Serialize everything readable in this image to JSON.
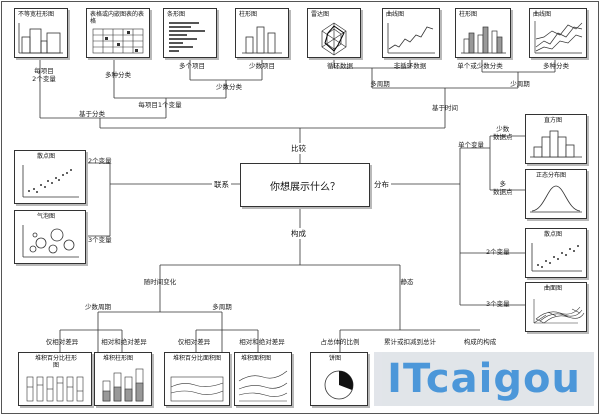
{
  "center": {
    "question": "你想展示什么？"
  },
  "branches": {
    "compare": "比较",
    "relation": "联系",
    "distribution": "分布",
    "composition": "构成"
  },
  "top": {
    "chart_titles": {
      "unequal_bar": "不等宽柱形图",
      "table_in_table": "表格或内嵌图表的表格",
      "bar": "条形图",
      "column": "柱形图",
      "radar": "雷达图",
      "line": "曲线图",
      "column2": "柱形图",
      "line2": "曲线图"
    },
    "labels": {
      "each_item_2vars": "每项目\n2个变量",
      "multi_category": "多种分类",
      "multi_items": "多个项目",
      "few_items": "少数项目",
      "each_item_1var": "每项目1个变量",
      "few_category": "少数分类",
      "cyclic": "循环数据",
      "non_cyclic": "非循环数据",
      "single_or_few": "单个或少数分类",
      "multi_category2": "多种分类",
      "many_periods": "多周期",
      "few_periods": "少周期",
      "by_category": "基于分类",
      "by_time": "基于时间"
    }
  },
  "left": {
    "scatter_title": "散点图",
    "bubble_title": "气泡图",
    "two_vars": "2个变量",
    "three_vars": "3个变量"
  },
  "right": {
    "single_var": "单个变量",
    "few_points": "少数\n数据点",
    "many_points": "多\n数据点",
    "histogram": "直方图",
    "normal_dist": "正态分布图",
    "scatter": "散点图",
    "surface": "曲面图",
    "two_vars": "2个变量",
    "three_vars": "3个变量"
  },
  "bottom": {
    "over_time": "随时间变化",
    "static": "静态",
    "few_periods": "少数周期",
    "many_periods": "多周期",
    "relative_only": "仅相对差异",
    "relative_absolute": "相对和绝对差异",
    "relative_only2": "仅相对差异",
    "relative_absolute2": "相对和绝对差异",
    "share_of_total": "占总体的比例",
    "accumulate": "累计或扣减到总计",
    "component_parts": "构成的构成",
    "stacked_pct_column": "堆积百分比柱形图",
    "stacked_column": "堆积柱形图",
    "stacked_pct_area": "堆积百分比面积图",
    "stacked_area": "堆积面积图",
    "pie": "饼图"
  },
  "watermark": "ITcaigou"
}
